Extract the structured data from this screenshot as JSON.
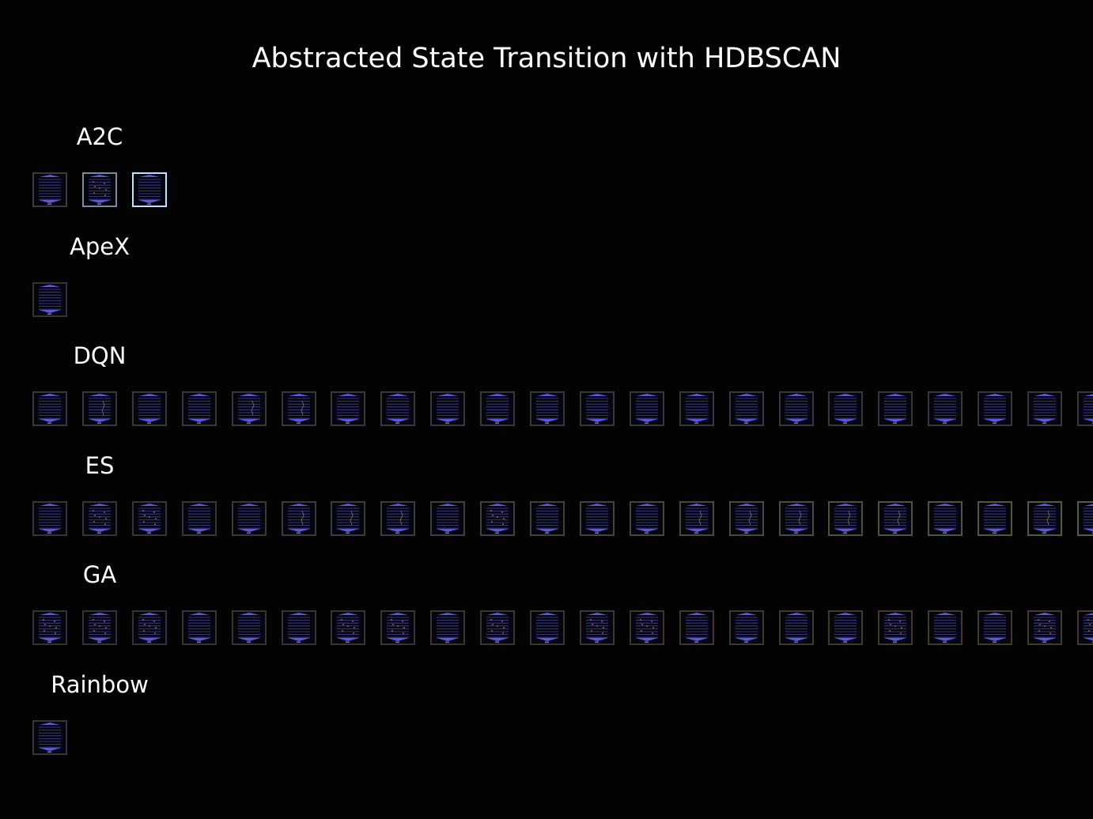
{
  "title": "Abstracted State Transition with HDBSCAN",
  "groups": [
    {
      "name": "A2C",
      "states": [
        {
          "border": "#3a3a3a",
          "pattern": "plain"
        },
        {
          "border": "#7d8a98",
          "pattern": "dots"
        },
        {
          "border": "#bfe3ff",
          "pattern": "plain"
        }
      ]
    },
    {
      "name": "ApeX",
      "states": [
        {
          "border": "#3b2f2f",
          "pattern": "plain"
        }
      ]
    },
    {
      "name": "DQN",
      "states": [
        {
          "border": "#383838",
          "pattern": "plain"
        },
        {
          "border": "#383838",
          "pattern": "side"
        },
        {
          "border": "#383838",
          "pattern": "plain"
        },
        {
          "border": "#383838",
          "pattern": "plain"
        },
        {
          "border": "#383838",
          "pattern": "side"
        },
        {
          "border": "#383838",
          "pattern": "side"
        },
        {
          "border": "#383838",
          "pattern": "plain"
        },
        {
          "border": "#383838",
          "pattern": "plain"
        },
        {
          "border": "#383838",
          "pattern": "plain"
        },
        {
          "border": "#383838",
          "pattern": "plain"
        },
        {
          "border": "#383838",
          "pattern": "plain"
        },
        {
          "border": "#383838",
          "pattern": "plain"
        },
        {
          "border": "#383838",
          "pattern": "plain"
        },
        {
          "border": "#383838",
          "pattern": "plain"
        },
        {
          "border": "#383838",
          "pattern": "plain"
        },
        {
          "border": "#383838",
          "pattern": "plain"
        },
        {
          "border": "#383838",
          "pattern": "plain"
        },
        {
          "border": "#383838",
          "pattern": "plain"
        },
        {
          "border": "#383838",
          "pattern": "plain"
        },
        {
          "border": "#383838",
          "pattern": "plain"
        },
        {
          "border": "#383838",
          "pattern": "plain"
        },
        {
          "border": "#383838",
          "pattern": "plain"
        }
      ]
    },
    {
      "name": "ES",
      "states": [
        {
          "border": "#353535",
          "pattern": "plain"
        },
        {
          "border": "#353535",
          "pattern": "dots"
        },
        {
          "border": "#363636",
          "pattern": "dots"
        },
        {
          "border": "#373737",
          "pattern": "plain"
        },
        {
          "border": "#383a37",
          "pattern": "plain"
        },
        {
          "border": "#393b37",
          "pattern": "side"
        },
        {
          "border": "#3a3d37",
          "pattern": "side"
        },
        {
          "border": "#3b3e37",
          "pattern": "side"
        },
        {
          "border": "#3c4038",
          "pattern": "plain"
        },
        {
          "border": "#3e4238",
          "pattern": "dots"
        },
        {
          "border": "#3f4438",
          "pattern": "plain"
        },
        {
          "border": "#414638",
          "pattern": "plain"
        },
        {
          "border": "#434839",
          "pattern": "plain"
        },
        {
          "border": "#454a39",
          "pattern": "side"
        },
        {
          "border": "#474d3a",
          "pattern": "side"
        },
        {
          "border": "#494f3a",
          "pattern": "side"
        },
        {
          "border": "#4b513b",
          "pattern": "side"
        },
        {
          "border": "#4d543b",
          "pattern": "side"
        },
        {
          "border": "#4f563c",
          "pattern": "plain"
        },
        {
          "border": "#51583c",
          "pattern": "plain"
        },
        {
          "border": "#535b3d",
          "pattern": "side"
        },
        {
          "border": "#555d3d",
          "pattern": "plain"
        }
      ]
    },
    {
      "name": "GA",
      "states": [
        {
          "border": "#333333",
          "pattern": "dots2"
        },
        {
          "border": "#343332",
          "pattern": "dots"
        },
        {
          "border": "#353331",
          "pattern": "dots"
        },
        {
          "border": "#363431",
          "pattern": "plain"
        },
        {
          "border": "#373430",
          "pattern": "plain"
        },
        {
          "border": "#38342f",
          "pattern": "plain"
        },
        {
          "border": "#39342e",
          "pattern": "dots"
        },
        {
          "border": "#3a352e",
          "pattern": "dots"
        },
        {
          "border": "#3b352d",
          "pattern": "plain"
        },
        {
          "border": "#3c352c",
          "pattern": "dots"
        },
        {
          "border": "#3d362c",
          "pattern": "plain"
        },
        {
          "border": "#3e362b",
          "pattern": "dots"
        },
        {
          "border": "#3f362a",
          "pattern": "dots"
        },
        {
          "border": "#40372a",
          "pattern": "plain"
        },
        {
          "border": "#413729",
          "pattern": "plain"
        },
        {
          "border": "#423728",
          "pattern": "plain"
        },
        {
          "border": "#433828",
          "pattern": "plain"
        },
        {
          "border": "#443827",
          "pattern": "dots"
        },
        {
          "border": "#453826",
          "pattern": "plain"
        },
        {
          "border": "#463926",
          "pattern": "plain"
        },
        {
          "border": "#473925",
          "pattern": "dots"
        },
        {
          "border": "#483924",
          "pattern": "dots"
        }
      ]
    },
    {
      "name": "Rainbow",
      "states": [
        {
          "border": "#363636",
          "pattern": "plain"
        }
      ]
    }
  ]
}
